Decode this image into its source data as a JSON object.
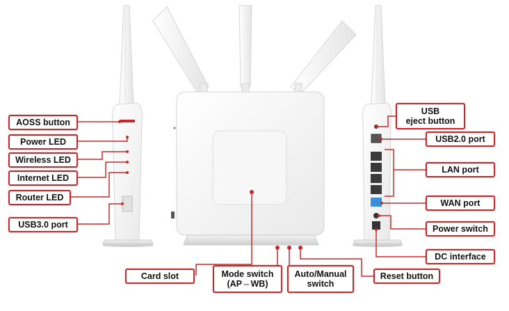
{
  "labels": {
    "aoss_button": "AOSS button",
    "power_led": "Power LED",
    "wireless_led": "Wireless LED",
    "internet_led": "Internet LED",
    "router_led": "Router LED",
    "usb30_port": "USB3.0 port",
    "card_slot": "Card slot",
    "mode_switch": "Mode switch\n(AP⇔WB)",
    "auto_manual_switch": "Auto/Manual\nswitch",
    "reset_button": "Reset button",
    "usb_eject_button": "USB\neject button",
    "usb20_port": "USB2.0 port",
    "lan_port": "LAN port",
    "wan_port": "WAN port",
    "power_switch": "Power switch",
    "dc_interface": "DC interface"
  },
  "colors": {
    "accent": "#c8282a",
    "device_body": "#f4f4f4",
    "device_edge": "#d8d8d8",
    "wan_port": "#3b8fd6"
  }
}
